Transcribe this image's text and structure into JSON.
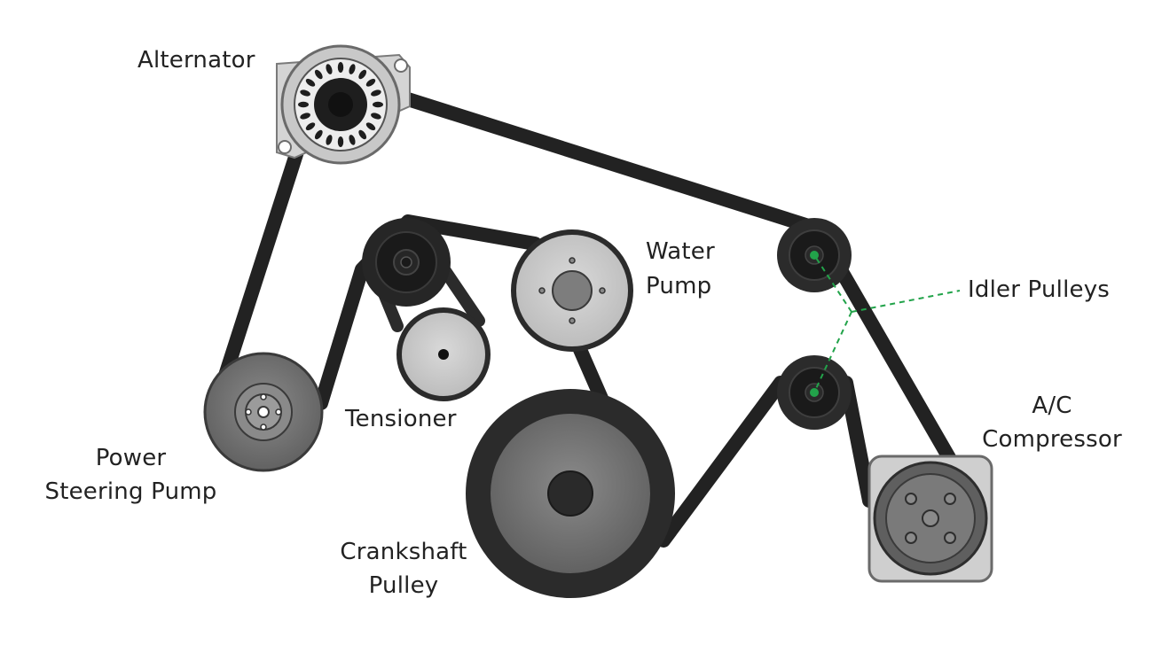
{
  "labels": {
    "alternator": "Alternator",
    "water_pump_line1": "Water",
    "water_pump_line2": "Pump",
    "idler_pulleys": "Idler Pulleys",
    "tensioner": "Tensioner",
    "power_steering_line1": "Power",
    "power_steering_line2": "Steering Pump",
    "ac_line1": "A/C",
    "ac_line2": "Compressor",
    "crankshaft_line1": "Crankshaft",
    "crankshaft_line2": "Pulley"
  },
  "colors": {
    "belt": "#222222",
    "pulley_dark": "#2b2b2b",
    "pulley_gray": "#6d6d6d",
    "pulley_light": "#c9c9c9",
    "housing": "#d4d4d4",
    "leader_line": "#22a34a"
  },
  "components": [
    "alternator",
    "water-pump",
    "tensioner",
    "idler-pulley-upper",
    "idler-pulley-lower",
    "power-steering-pump",
    "crankshaft-pulley",
    "ac-compressor"
  ]
}
